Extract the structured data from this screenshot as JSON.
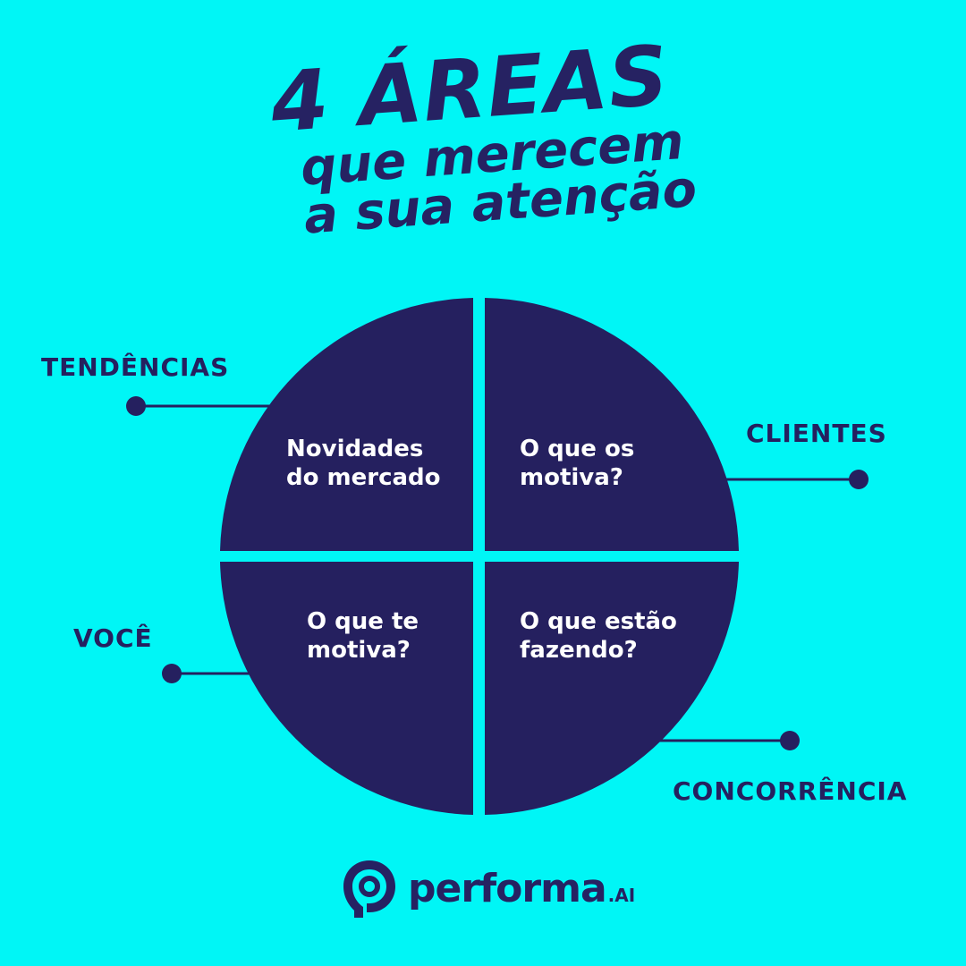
{
  "title": {
    "main": "4 ÁREAS",
    "line1": "que merecem",
    "line2": "a sua atenção"
  },
  "quadrants": [
    {
      "label": "TENDÊNCIAS",
      "lines": [
        "Novidades",
        "do mercado"
      ]
    },
    {
      "label": "CLIENTES",
      "lines": [
        "O que os",
        "motiva?"
      ]
    },
    {
      "label": "VOCÊ",
      "lines": [
        "O que te",
        "motiva?"
      ]
    },
    {
      "label": "CONCORRÊNCIA",
      "lines": [
        "O que estão",
        "fazendo?"
      ]
    }
  ],
  "logo": {
    "name": "performa",
    "suffix": ".AI",
    "icon": "performa-logo-icon"
  },
  "colors": {
    "background": "#00f6f6",
    "navy": "#25205f",
    "text_light": "#ffffff"
  }
}
